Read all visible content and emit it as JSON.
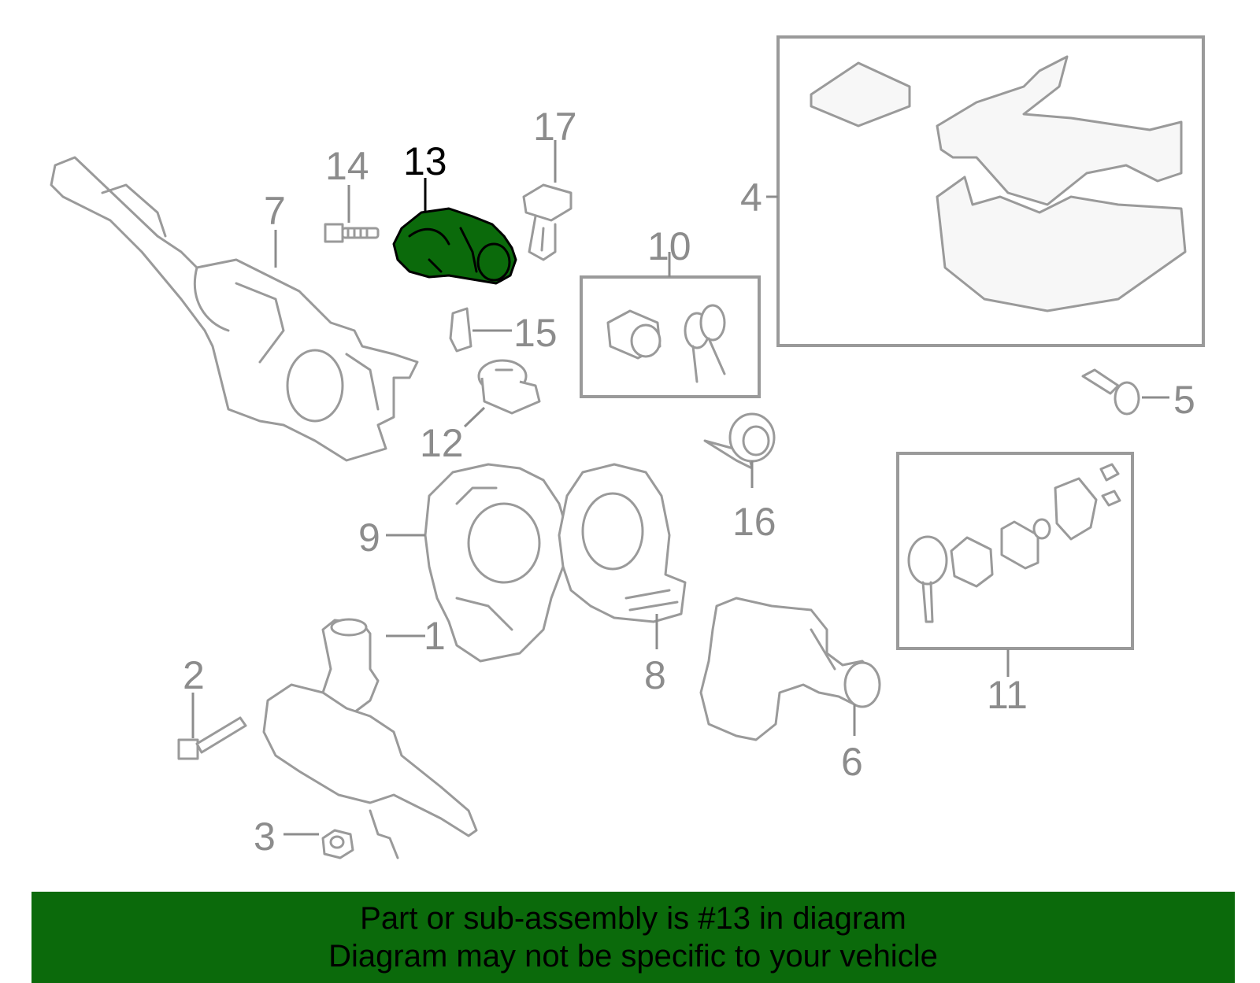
{
  "diagram": {
    "highlighted_part": "13",
    "highlight_color": "#0b6a0b",
    "line_color": "#9a9a9a",
    "callouts": [
      {
        "id": "1",
        "label": "1"
      },
      {
        "id": "2",
        "label": "2"
      },
      {
        "id": "3",
        "label": "3"
      },
      {
        "id": "4",
        "label": "4"
      },
      {
        "id": "5",
        "label": "5"
      },
      {
        "id": "6",
        "label": "6"
      },
      {
        "id": "7",
        "label": "7"
      },
      {
        "id": "8",
        "label": "8"
      },
      {
        "id": "9",
        "label": "9"
      },
      {
        "id": "10",
        "label": "10"
      },
      {
        "id": "11",
        "label": "11"
      },
      {
        "id": "12",
        "label": "12"
      },
      {
        "id": "13",
        "label": "13"
      },
      {
        "id": "14",
        "label": "14"
      },
      {
        "id": "15",
        "label": "15"
      },
      {
        "id": "16",
        "label": "16"
      },
      {
        "id": "17",
        "label": "17"
      }
    ]
  },
  "banner": {
    "line1": "Part or sub-assembly is #13 in diagram",
    "line2": "Diagram may not be specific to your vehicle",
    "background": "#0b6a0b"
  }
}
